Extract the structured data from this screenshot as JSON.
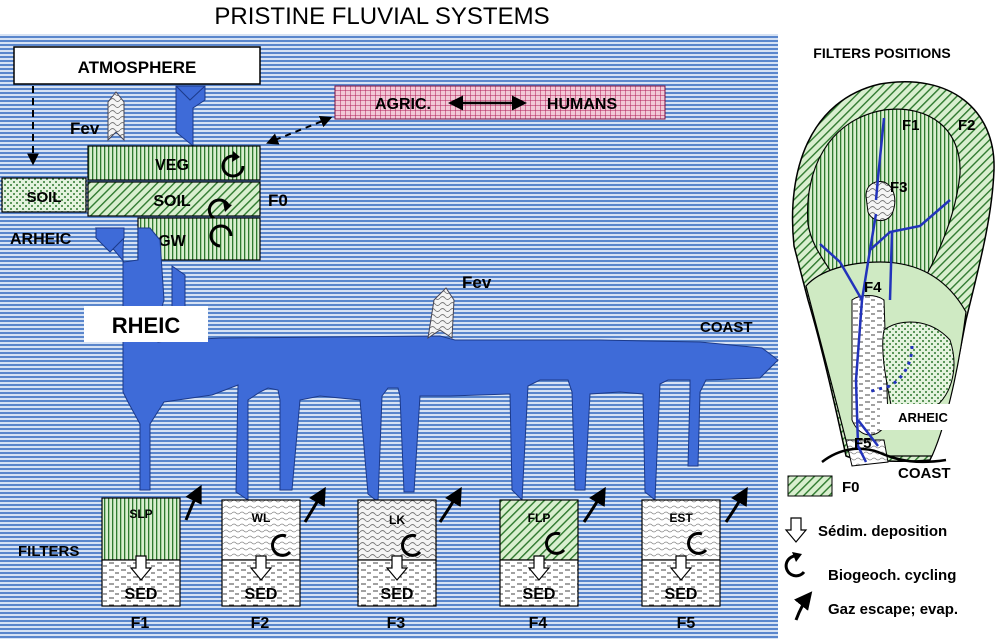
{
  "title": "PRISTINE FLUVIAL SYSTEMS",
  "left_panel": {
    "atmosphere": "ATMOSPHERE",
    "agric": "AGRIC.",
    "humans": "HUMANS",
    "fev_top": "Fev",
    "fev_mid": "Fev",
    "veg": "VEG",
    "soil_box": "SOIL",
    "gw": "GW",
    "f0": "F0",
    "soil_left": "SOIL",
    "arheic": "ARHEIC",
    "rheic": "RHEIC",
    "coast": "COAST",
    "filters_label": "FILTERS",
    "filters": [
      {
        "code": "SLP",
        "sed": "SED",
        "name": "F1"
      },
      {
        "code": "WL",
        "sed": "SED",
        "name": "F2"
      },
      {
        "code": "LK",
        "sed": "SED",
        "name": "F3"
      },
      {
        "code": "FLP",
        "sed": "SED",
        "name": "F4"
      },
      {
        "code": "EST",
        "sed": "SED",
        "name": "F5"
      }
    ]
  },
  "right_panel": {
    "title": "FILTERS POSITIONS",
    "f1": "F1",
    "f2": "F2",
    "f3": "F3",
    "f4": "F4",
    "f5": "F5",
    "arheic": "ARHEIC",
    "coast": "COAST"
  },
  "legend": {
    "f0": "F0",
    "deposition": "Sédim. deposition",
    "cycling": "Biogeoch. cycling",
    "escape": "Gaz escape; evap."
  },
  "colors": {
    "background_stripes": "#4a7cc6",
    "water": "#3e6bd8",
    "vegetation_green": "#bfe3b0",
    "agric_pink": "#f2c8d6",
    "agric_grid": "#b01a55",
    "river_blue": "#2233bb"
  }
}
